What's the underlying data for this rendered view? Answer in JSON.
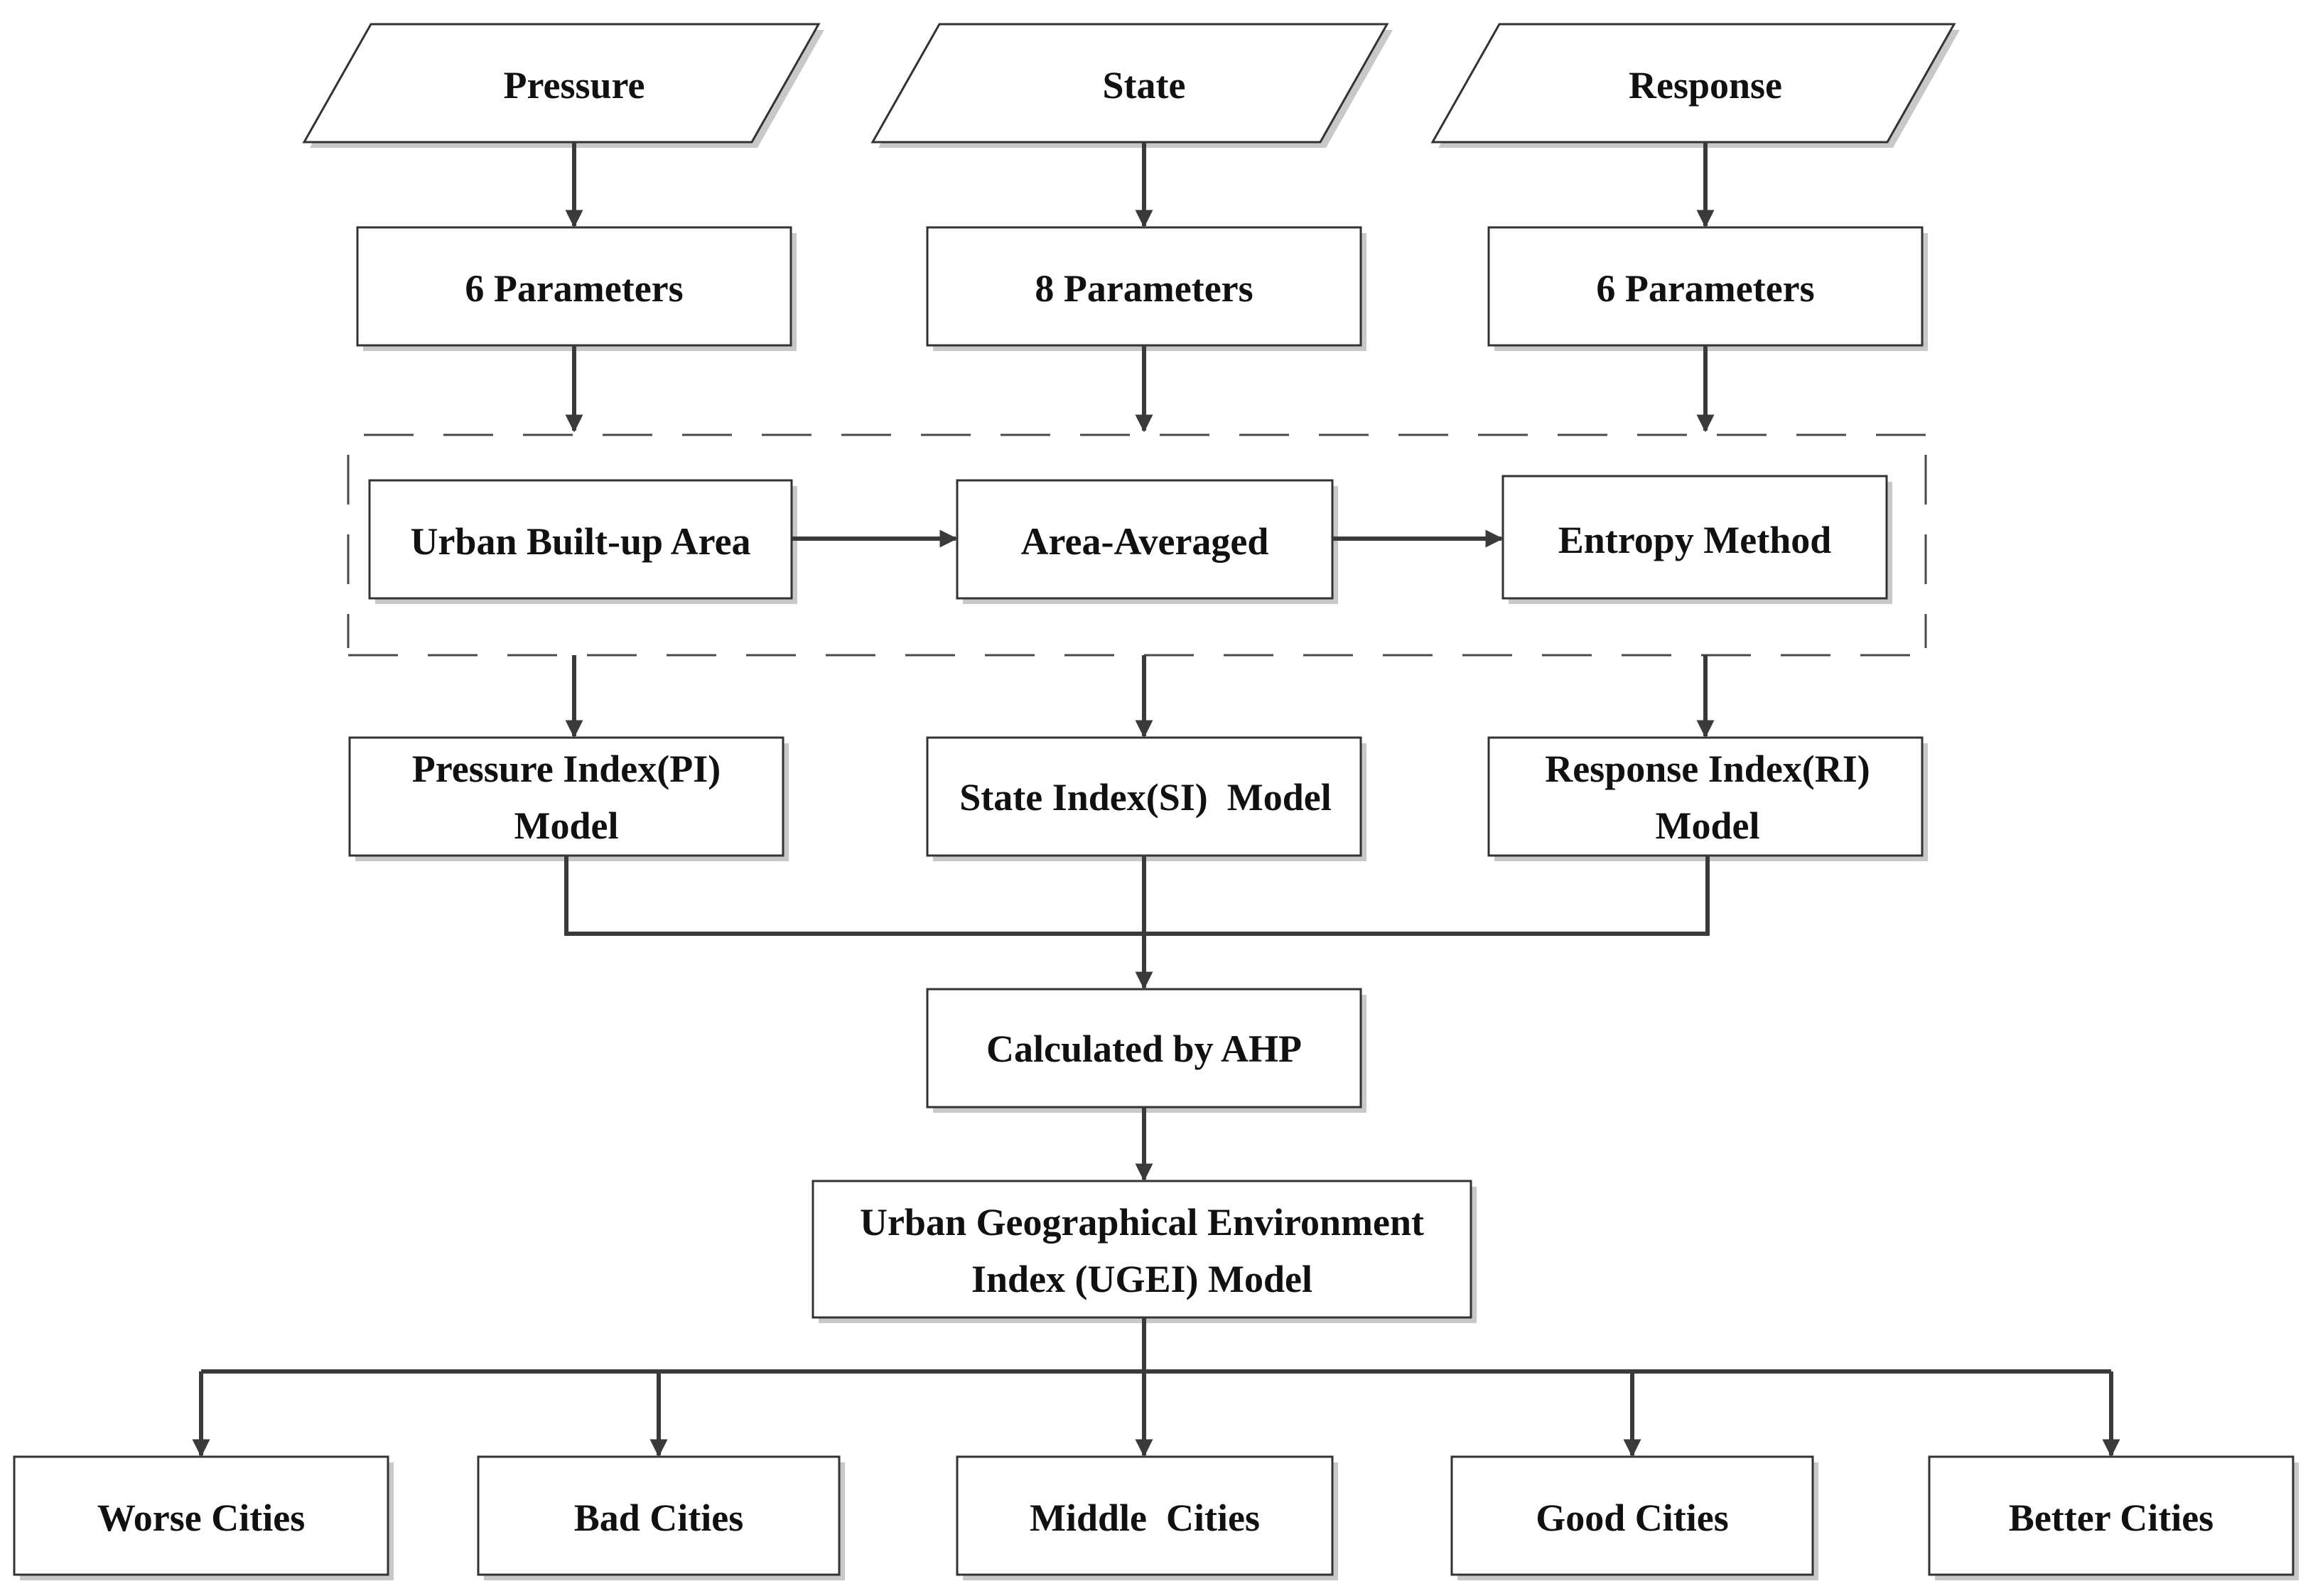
{
  "inputs": {
    "pressure": "Pressure",
    "state": "State",
    "response": "Response"
  },
  "parameters": {
    "pressure": "6 Parameters",
    "state": "8 Parameters",
    "response": "6 Parameters"
  },
  "process": {
    "step1": "Urban Built-up Area",
    "step2": "Area-Averaged",
    "step3": "Entropy Method"
  },
  "models": {
    "pressure": [
      "Pressure Index(PI)",
      "Model"
    ],
    "state": "State Index(SI)  Model",
    "response": [
      "Response Index(RI)",
      "Model"
    ]
  },
  "ahp": "Calculated by AHP",
  "ugei": [
    "Urban Geographical Environment",
    "Index (UGEI) Model"
  ],
  "classes": [
    "Worse Cities",
    "Bad Cities",
    "Middle  Cities",
    "Good Cities",
    "Better Cities"
  ]
}
